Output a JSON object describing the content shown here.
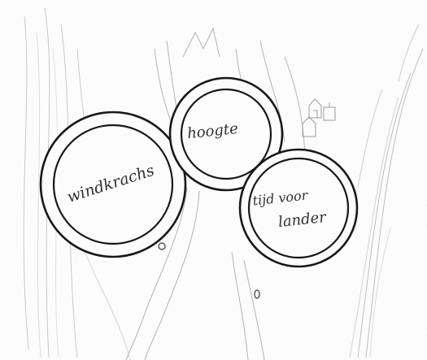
{
  "sketch": {
    "labels": {
      "left_circle": "windkrachs",
      "top_circle": "hoogte",
      "right_circle_line1": "tijd voor",
      "right_circle_line2": "lander"
    },
    "colors": {
      "ink": "#1a1a1a",
      "pencil": "#9a9a9a",
      "pencil_light": "#c8c8c8",
      "paper": "#ffffff"
    }
  }
}
